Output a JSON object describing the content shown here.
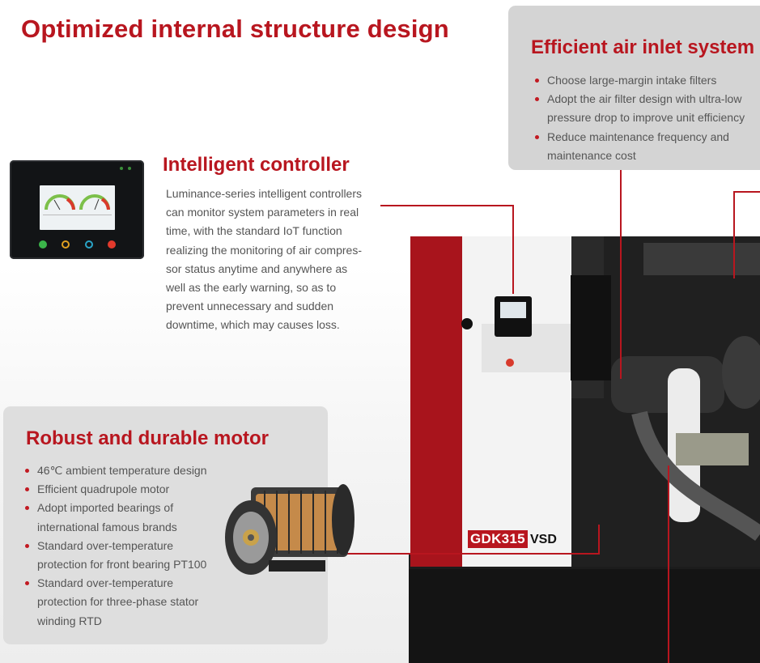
{
  "page": {
    "title": "Optimized internal structure design"
  },
  "inlet": {
    "title": "Efficient air inlet system",
    "bullets": [
      "Choose large-margin intake filters",
      "Adopt the air filter design with ultra-low pressure drop to improve unit efficiency",
      "Reduce maintenance frequency and maintenance cost"
    ]
  },
  "controller": {
    "title": "Intelligent controller",
    "description": "Luminance-series intelligent controllers can monitor system parameters in real time, with the standard IoT function realizing the monitoring of air compres-sor status anytime and anywhere as well as the early warning, so as to prevent unnecessary and sudden downtime, which may causes loss."
  },
  "motor": {
    "title": "Robust and durable motor",
    "bullets": [
      "46℃ ambient temperature design",
      "Efficient quadrupole motor",
      "Adopt imported bearings of international famous brands",
      "Standard over-temperature protection for front bearing PT100",
      "Standard over-temperature protection for three-phase stator winding RTD"
    ]
  },
  "machine": {
    "model": "GDK315",
    "suffix": "VSD"
  },
  "colors": {
    "accent": "#b8161f",
    "panel_gray": "#d4d4d4",
    "machine_dark": "#141414"
  }
}
